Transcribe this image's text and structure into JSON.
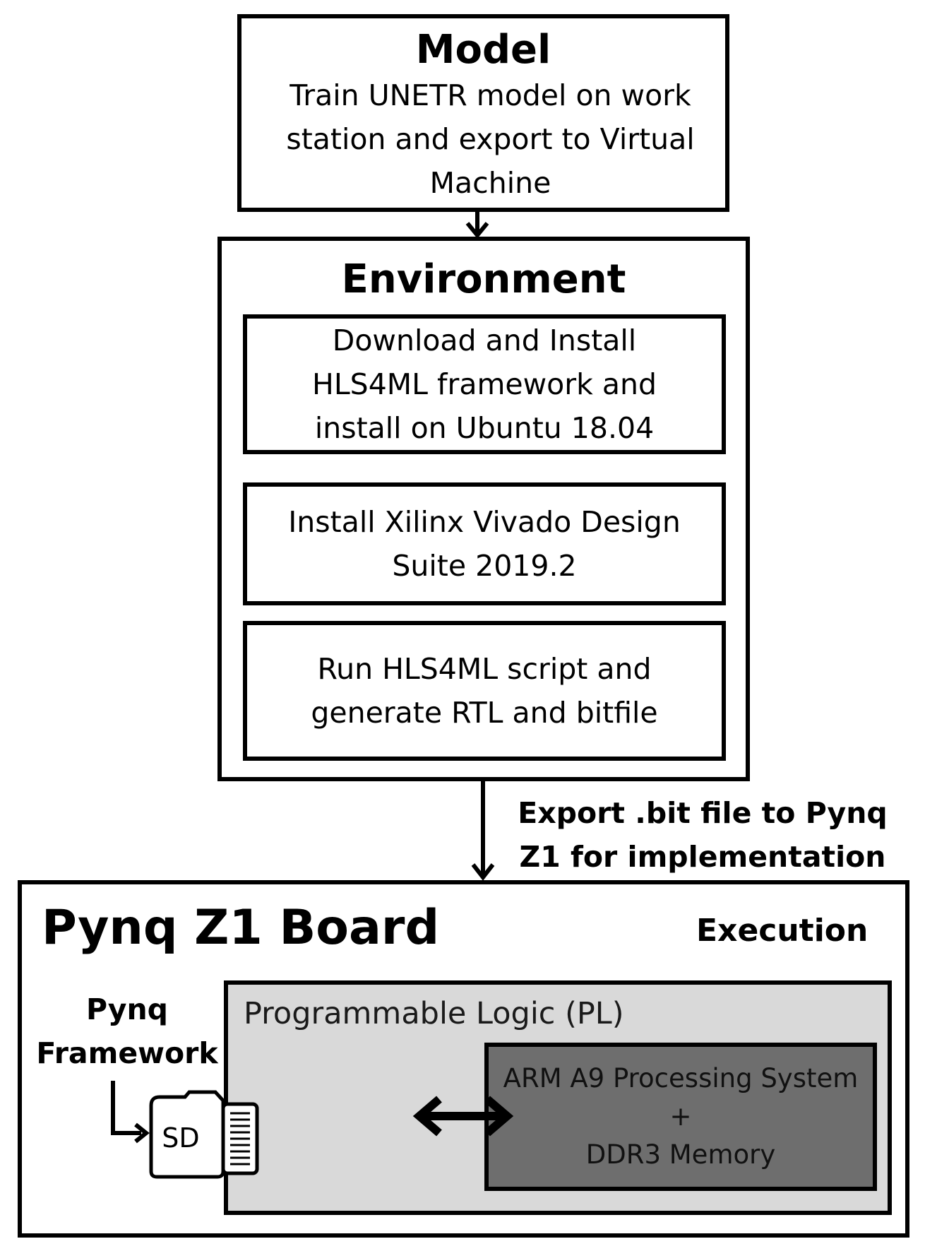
{
  "model": {
    "title": "Model",
    "description": "Train UNETR model on work station and export to Virtual Machine"
  },
  "environment": {
    "title": "Environment",
    "steps": [
      "Download and Install HLS4ML framework and install on Ubuntu 18.04",
      "Install Xilinx Vivado Design Suite 2019.2",
      "Run HLS4ML script and generate RTL and bitfile"
    ]
  },
  "export_label": "Export .bit file to Pynq Z1 for implementation",
  "board": {
    "title": "Pynq Z1 Board",
    "execution_label": "Execution",
    "framework_label": "Pynq Framework",
    "sd_label": "SD",
    "pl": {
      "title": "Programmable Logic (PL)"
    },
    "ps": {
      "line1": "ARM A9 Processing System",
      "line2": "+",
      "line3": "DDR3 Memory"
    }
  },
  "colors": {
    "pl_fill": "#d9d9d9",
    "ps_fill": "#6e6e6e",
    "stroke": "#000000"
  }
}
